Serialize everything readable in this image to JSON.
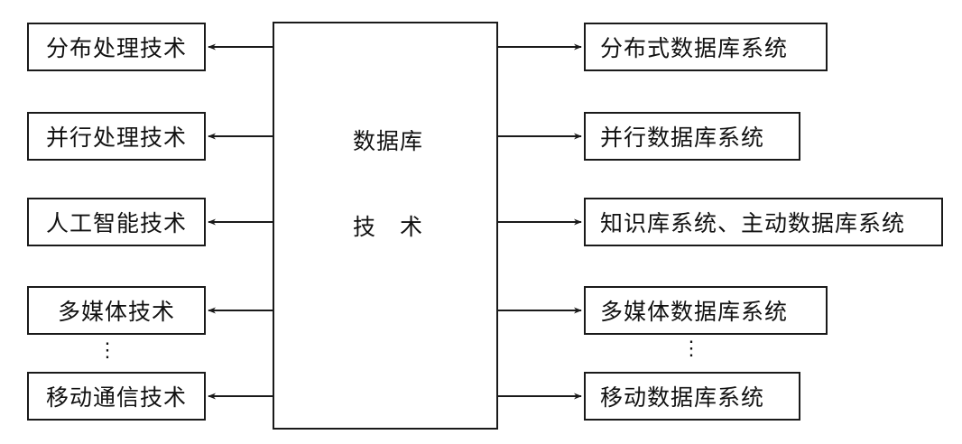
{
  "center": {
    "line1": "数据库",
    "line2": "技　术"
  },
  "left_items": [
    "分布处理技术",
    "并行处理技术",
    "人工智能技术",
    "多媒体技术",
    "移动通信技术"
  ],
  "right_items": [
    "分布式数据库系统",
    "并行数据库系统",
    "知识库系统、主动数据库系统",
    "多媒体数据库系统",
    "移动数据库系统"
  ],
  "ellipsis": "⋮"
}
